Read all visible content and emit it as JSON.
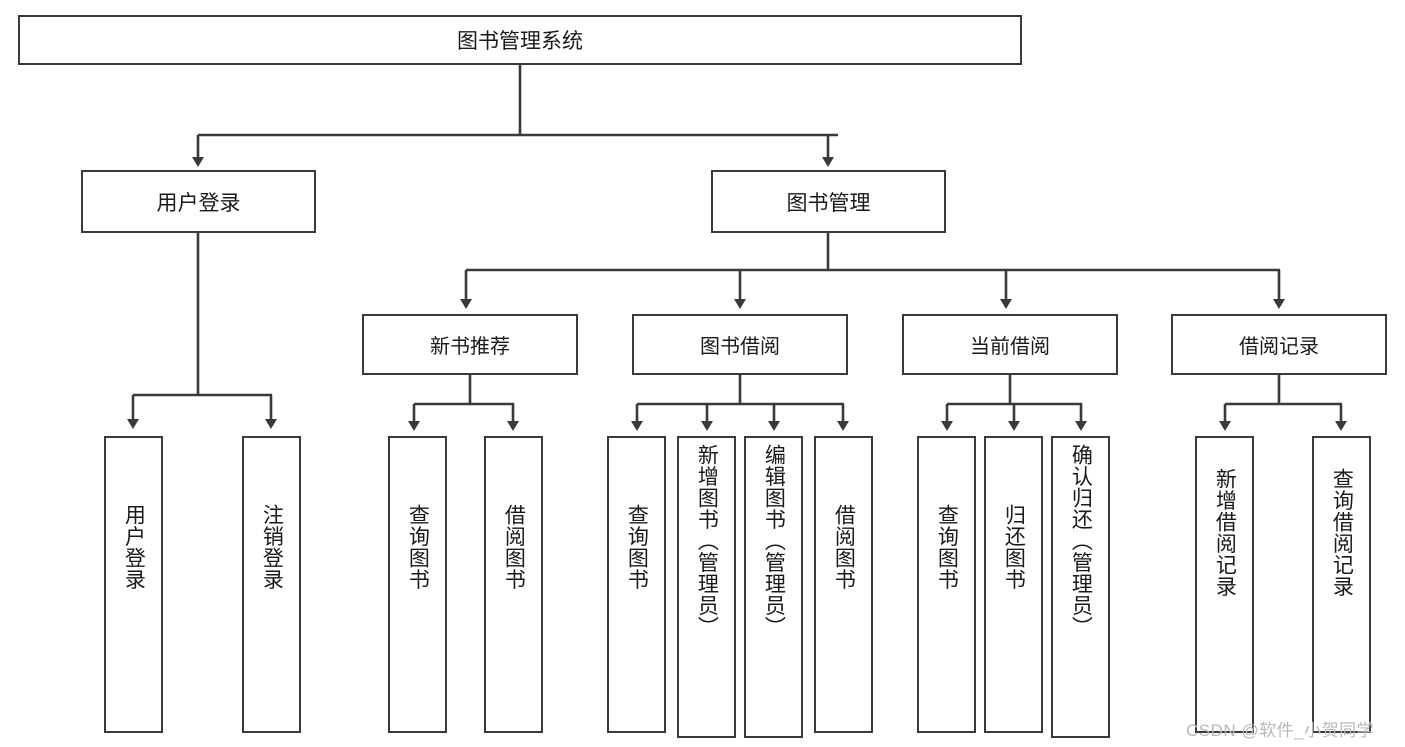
{
  "diagram": {
    "title": "图书管理系统",
    "type": "tree-hierarchy",
    "watermark": "CSDN @软件_小贺同学",
    "colors": {
      "box_border": "#3a3a3a",
      "box_fill": "#ffffff",
      "edge": "#3a3a3a",
      "text": "#1a1a1a",
      "watermark": "#b9b9b9"
    },
    "nodes": {
      "root": {
        "label": "图书管理系统"
      },
      "level2": [
        {
          "label": "用户登录"
        },
        {
          "label": "图书管理"
        }
      ],
      "level3": [
        {
          "label": "新书推荐"
        },
        {
          "label": "图书借阅"
        },
        {
          "label": "当前借阅"
        },
        {
          "label": "借阅记录"
        }
      ],
      "leaves": [
        {
          "label": "用户登录",
          "parent": "用户登录"
        },
        {
          "label": "注销登录",
          "parent": "用户登录"
        },
        {
          "label": "查询图书",
          "parent": "新书推荐"
        },
        {
          "label": "借阅图书",
          "parent": "新书推荐"
        },
        {
          "label": "查询图书",
          "parent": "图书借阅"
        },
        {
          "label": "新增图书（管理员）",
          "parent": "图书借阅"
        },
        {
          "label": "编辑图书（管理员）",
          "parent": "图书借阅"
        },
        {
          "label": "借阅图书",
          "parent": "图书借阅"
        },
        {
          "label": "查询图书",
          "parent": "当前借阅"
        },
        {
          "label": "归还图书",
          "parent": "当前借阅"
        },
        {
          "label": "确认归还（管理员）",
          "parent": "当前借阅"
        },
        {
          "label": "新增借阅记录",
          "parent": "借阅记录"
        },
        {
          "label": "查询借阅记录",
          "parent": "借阅记录"
        }
      ]
    }
  }
}
